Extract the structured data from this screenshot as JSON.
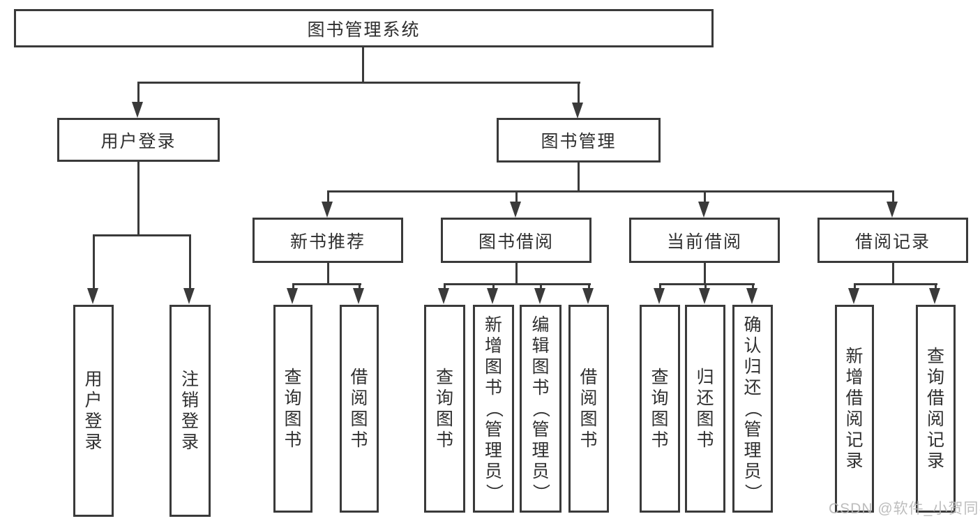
{
  "tree": {
    "root": {
      "label": "图书管理系统",
      "children": [
        {
          "label": "用户登录",
          "children": [
            {
              "label": "用户登录"
            },
            {
              "label": "注销登录"
            }
          ]
        },
        {
          "label": "图书管理",
          "children": [
            {
              "label": "新书推荐",
              "children": [
                {
                  "label": "查询图书"
                },
                {
                  "label": "借阅图书"
                }
              ]
            },
            {
              "label": "图书借阅",
              "children": [
                {
                  "label": "查询图书"
                },
                {
                  "label": "新增图书（管理员）"
                },
                {
                  "label": "编辑图书（管理员）"
                },
                {
                  "label": "借阅图书"
                }
              ]
            },
            {
              "label": "当前借阅",
              "children": [
                {
                  "label": "查询图书"
                },
                {
                  "label": "归还图书"
                },
                {
                  "label": "确认归还（管理员）"
                }
              ]
            },
            {
              "label": "借阅记录",
              "children": [
                {
                  "label": "新增借阅记录"
                },
                {
                  "label": "查询借阅记录"
                }
              ]
            }
          ]
        }
      ]
    }
  },
  "watermark": {
    "text": "CSDN @软件_小贺同学"
  },
  "colors": {
    "line": "#3a3a3a",
    "text": "#2f2f2f",
    "watermark": "#b6b6b6",
    "background": "#ffffff"
  }
}
